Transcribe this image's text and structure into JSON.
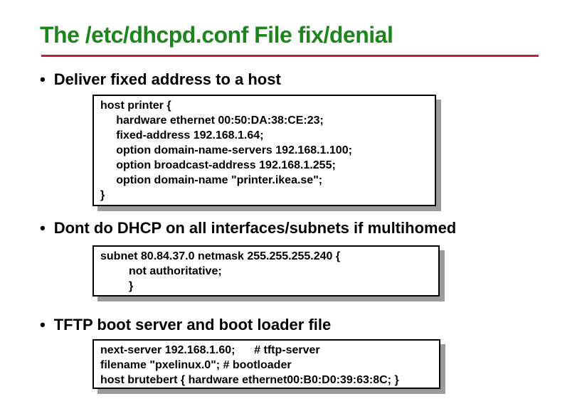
{
  "slide": {
    "title": "The /etc/dhcpd.conf File fix/denial",
    "bullet_char": "•",
    "colors": {
      "title_green": "#1c861c",
      "divider_red": "#c0203a",
      "box_border_black": "#000000",
      "box_shadow_gray": "#9b9b9b",
      "text_black": "#000000",
      "background_white": "#ffffff"
    },
    "sections": [
      {
        "bullet": "Deliver fixed address to a host",
        "code_lines": [
          "host printer {",
          "     hardware ethernet 00:50:DA:38:CE:23;",
          "     fixed-address 192.168.1.64;",
          "     option domain-name-servers 192.168.1.100;",
          "     option broadcast-address 192.168.1.255;",
          "     option domain-name \"printer.ikea.se\";",
          "}"
        ]
      },
      {
        "bullet": "Dont do DHCP on all interfaces/subnets if multihomed",
        "code_lines": [
          "subnet 80.84.37.0 netmask 255.255.255.240 {",
          "         not authoritative;",
          "         }"
        ]
      },
      {
        "bullet": "TFTP boot server and boot loader file",
        "code_lines": [
          "next-server 192.168.1.60;      # tftp-server",
          "filename \"pxelinux.0\"; # bootloader",
          "host brutebert { hardware ethernet00:B0:D0:39:63:8C; }"
        ]
      }
    ]
  }
}
